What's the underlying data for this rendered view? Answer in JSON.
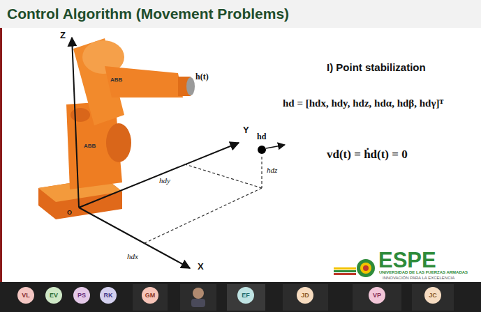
{
  "diagram": {
    "title": "Control Algorithm (Movement Problems)",
    "nodes": [
      {
        "text": [
          "VL"
        ]
      },
      {
        "text": [
          "EV"
        ]
      },
      {
        "text": [
          "PS"
        ]
      },
      {
        "text": [
          "RK"
        ]
      },
      {
        "text": [
          "GM"
        ]
      },
      {
        "text": [
          "EF"
        ]
      },
      {
        "text": [
          "JD"
        ]
      },
      {
        "text": [
          "VP"
        ]
      },
      {
        "text": [
          "JC"
        ]
      }
    ],
    "labels": [
      "h(t)",
      "ABB",
      "ABB",
      "Z",
      "Y",
      "X",
      "O",
      "hd",
      "hdy",
      "hdz",
      "hdx",
      "I) Point stabilization",
      "hd = [hdx, hdy, hdz, hdα, hdβ, hdγ]ᵀ",
      "vd(t) = ḣd(t) = 0",
      "ESPE",
      "UNIVERSIDAD DE LAS FUERZAS ARMADAS",
      "INNOVACIÓN PARA LA EXCELENCIA"
    ]
  }
}
